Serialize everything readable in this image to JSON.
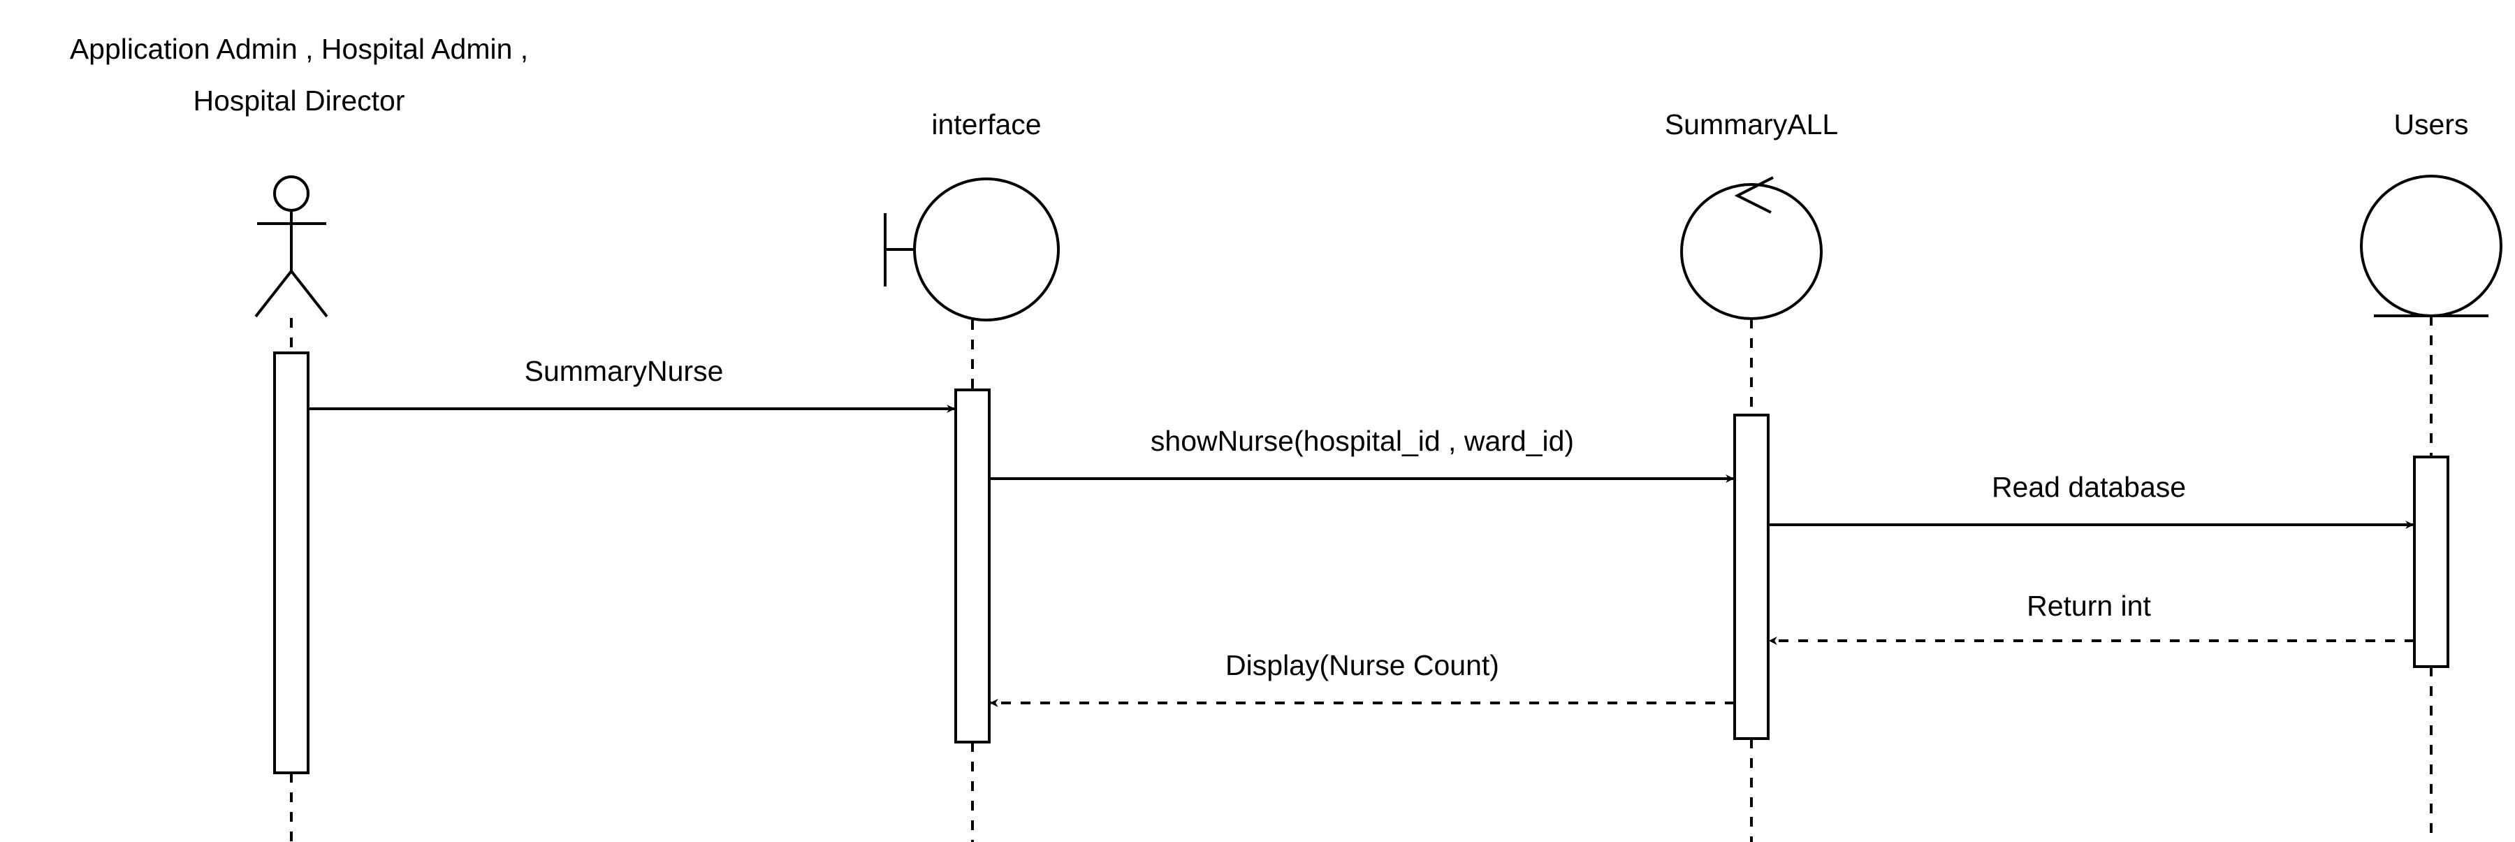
{
  "actor": {
    "label_line1": "Application Admin , Hospital Admin ,",
    "label_line2": "Hospital Director"
  },
  "participants": {
    "interface": "interface",
    "summaryall": "SummaryALL",
    "users": "Users"
  },
  "messages": {
    "m1": "SummaryNurse",
    "m2": "showNurse(hospital_id , ward_id)",
    "m3": "Read database",
    "m4": "Return int",
    "m5": "Display(Nurse Count)"
  },
  "colors": {
    "stroke": "#000000",
    "background": "#ffffff"
  }
}
